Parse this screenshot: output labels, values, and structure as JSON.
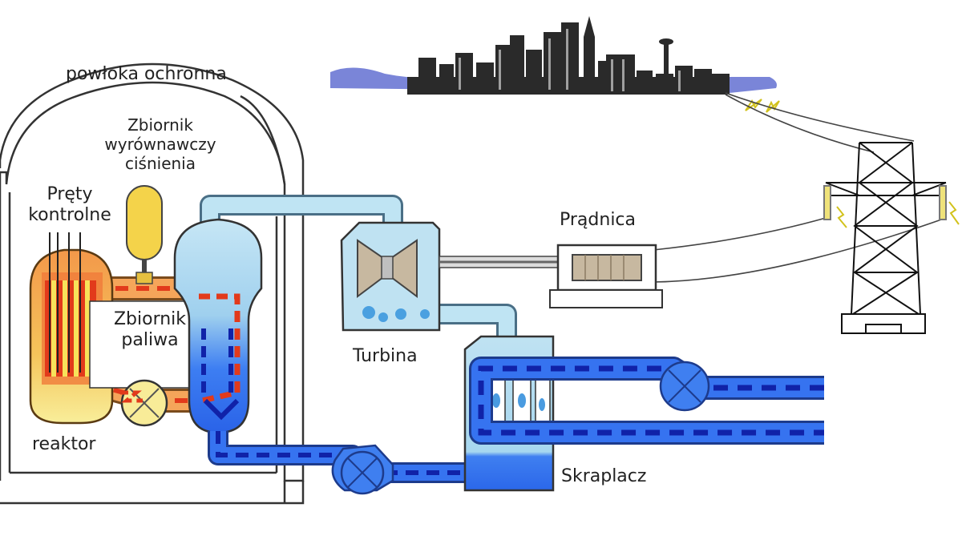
{
  "labels": {
    "containment": "powłoka ochronna",
    "pressurizer_line1": "Zbiornik",
    "pressurizer_line2": "wyrównawczy",
    "pressurizer_line3": "ciśnienia",
    "control_rods_line1": "Pręty",
    "control_rods_line2": "kontrolne",
    "fuel_tank_line1": "Zbiornik",
    "fuel_tank_line2": "paliwa",
    "reactor": "reaktor",
    "turbine": "Turbina",
    "generator": "Prądnica",
    "condenser": "Skraplacz"
  },
  "colors": {
    "containment_stroke": "#333333",
    "steam_light": "#bfe4f3",
    "water_blue": "#2f6ff0",
    "dash_blue": "#1022a8",
    "reactor_yellow": "#f7ea8e",
    "reactor_orange": "#f2a24a",
    "hot_red": "#e23a1b",
    "pressurizer_yellow": "#f4d34a",
    "city_dark": "#2a2a2a",
    "city_lake": "#7a85d8",
    "generator_body": "#c7b8a0"
  },
  "icons": [
    "city-skyline",
    "transmission-tower",
    "turbine-icon",
    "pump-icon",
    "generator-icon"
  ]
}
